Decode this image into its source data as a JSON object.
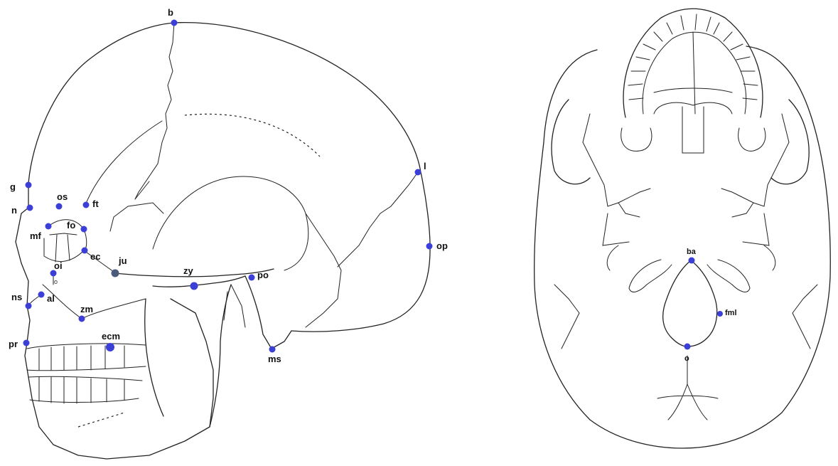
{
  "colors": {
    "landmark": "#3b3fd6",
    "landmark_alt": "#4a5a7a",
    "line": "#222222"
  },
  "lateral_view": {
    "landmarks": [
      {
        "id": "b",
        "label": "b"
      },
      {
        "id": "g",
        "label": "g"
      },
      {
        "id": "n",
        "label": "n"
      },
      {
        "id": "os",
        "label": "os"
      },
      {
        "id": "ft",
        "label": "ft"
      },
      {
        "id": "mf",
        "label": "mf"
      },
      {
        "id": "fo",
        "label": "fo"
      },
      {
        "id": "ec",
        "label": "ec"
      },
      {
        "id": "oi",
        "label": "oi"
      },
      {
        "id": "ju",
        "label": "ju"
      },
      {
        "id": "ns",
        "label": "ns"
      },
      {
        "id": "al",
        "label": "al"
      },
      {
        "id": "zm",
        "label": "zm"
      },
      {
        "id": "pr",
        "label": "pr"
      },
      {
        "id": "ecm",
        "label": "ecm"
      },
      {
        "id": "zy",
        "label": "zy"
      },
      {
        "id": "po",
        "label": "po"
      },
      {
        "id": "ms",
        "label": "ms"
      },
      {
        "id": "l",
        "label": "l"
      },
      {
        "id": "op",
        "label": "op"
      }
    ],
    "small_mark": "o"
  },
  "basal_view": {
    "landmarks": [
      {
        "id": "ba",
        "label": "ba"
      },
      {
        "id": "fml",
        "label": "fml"
      },
      {
        "id": "o",
        "label": "o"
      }
    ]
  }
}
